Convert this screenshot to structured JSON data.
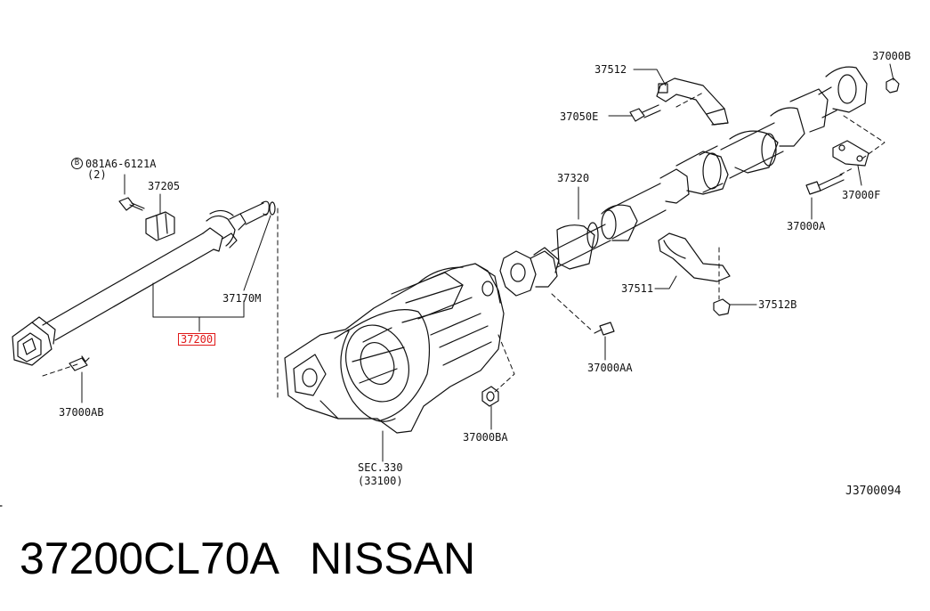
{
  "labels": {
    "bolt_spec": "081A6-6121A",
    "bolt_qty": "(2)",
    "bolt_marker": "B",
    "p37205": "37205",
    "p37170m": "37170M",
    "p37200": "37200",
    "p37000ab": "37000AB",
    "sec330": "SEC.330",
    "sec33100": "(33100)",
    "p37000ba": "37000BA",
    "p37000aa": "37000AA",
    "p37320": "37320",
    "p37512": "37512",
    "p37050e": "37050E",
    "p37000b": "37000B",
    "p37000f": "37000F",
    "p37000a": "37000A",
    "p37511": "37511",
    "p37512b": "37512B",
    "diagram_code": "J3700094"
  },
  "footer": {
    "part_number": "37200CL70A",
    "brand": "NISSAN"
  },
  "colors": {
    "line": "#111111",
    "highlight": "#e01818"
  }
}
